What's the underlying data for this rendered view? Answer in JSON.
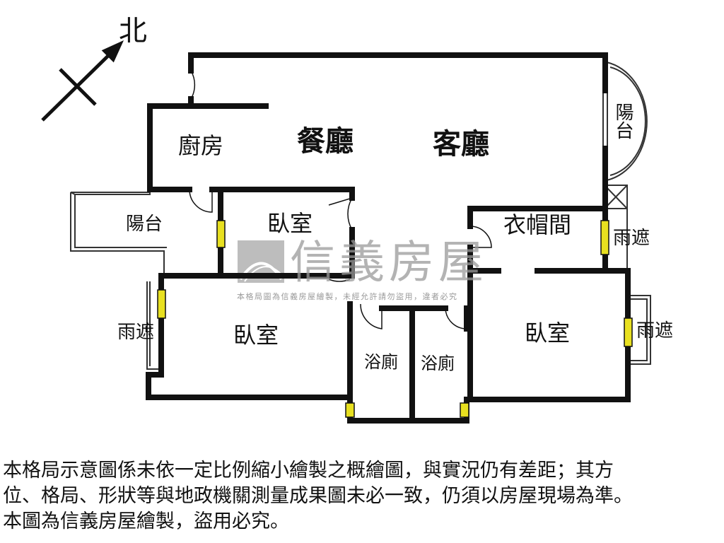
{
  "compass": {
    "label": "北"
  },
  "rooms": {
    "kitchen": "廚房",
    "dining": "餐廳",
    "living": "客廳",
    "balcony_right": "陽台",
    "balcony_left": "陽台",
    "bedroom_small": "臥室",
    "bedroom_left": "臥室",
    "bedroom_right": "臥室",
    "closet": "衣帽間",
    "bath1": "浴廁",
    "bath2": "浴廁",
    "awning_left": "雨遮",
    "awning_right_upper": "雨遮",
    "awning_right_lower": "雨遮"
  },
  "watermark": {
    "brand": "信義房屋",
    "notice": "本格局圖為信義房屋繪製，未經允許請勿盜用，違者必究"
  },
  "disclaimer": [
    "本格局示意圖係未依一定比例縮小繪製之概繪圖，與實況仍有差距；其方",
    "位、格局、形狀等與地政機關測量成果圖未必一致，仍須以房屋現場為準。",
    "本圖為信義房屋繪製，盜用必究。"
  ],
  "colors": {
    "wall": "#111111",
    "window": "#e8e020",
    "watermark": "#9a9a9a"
  }
}
